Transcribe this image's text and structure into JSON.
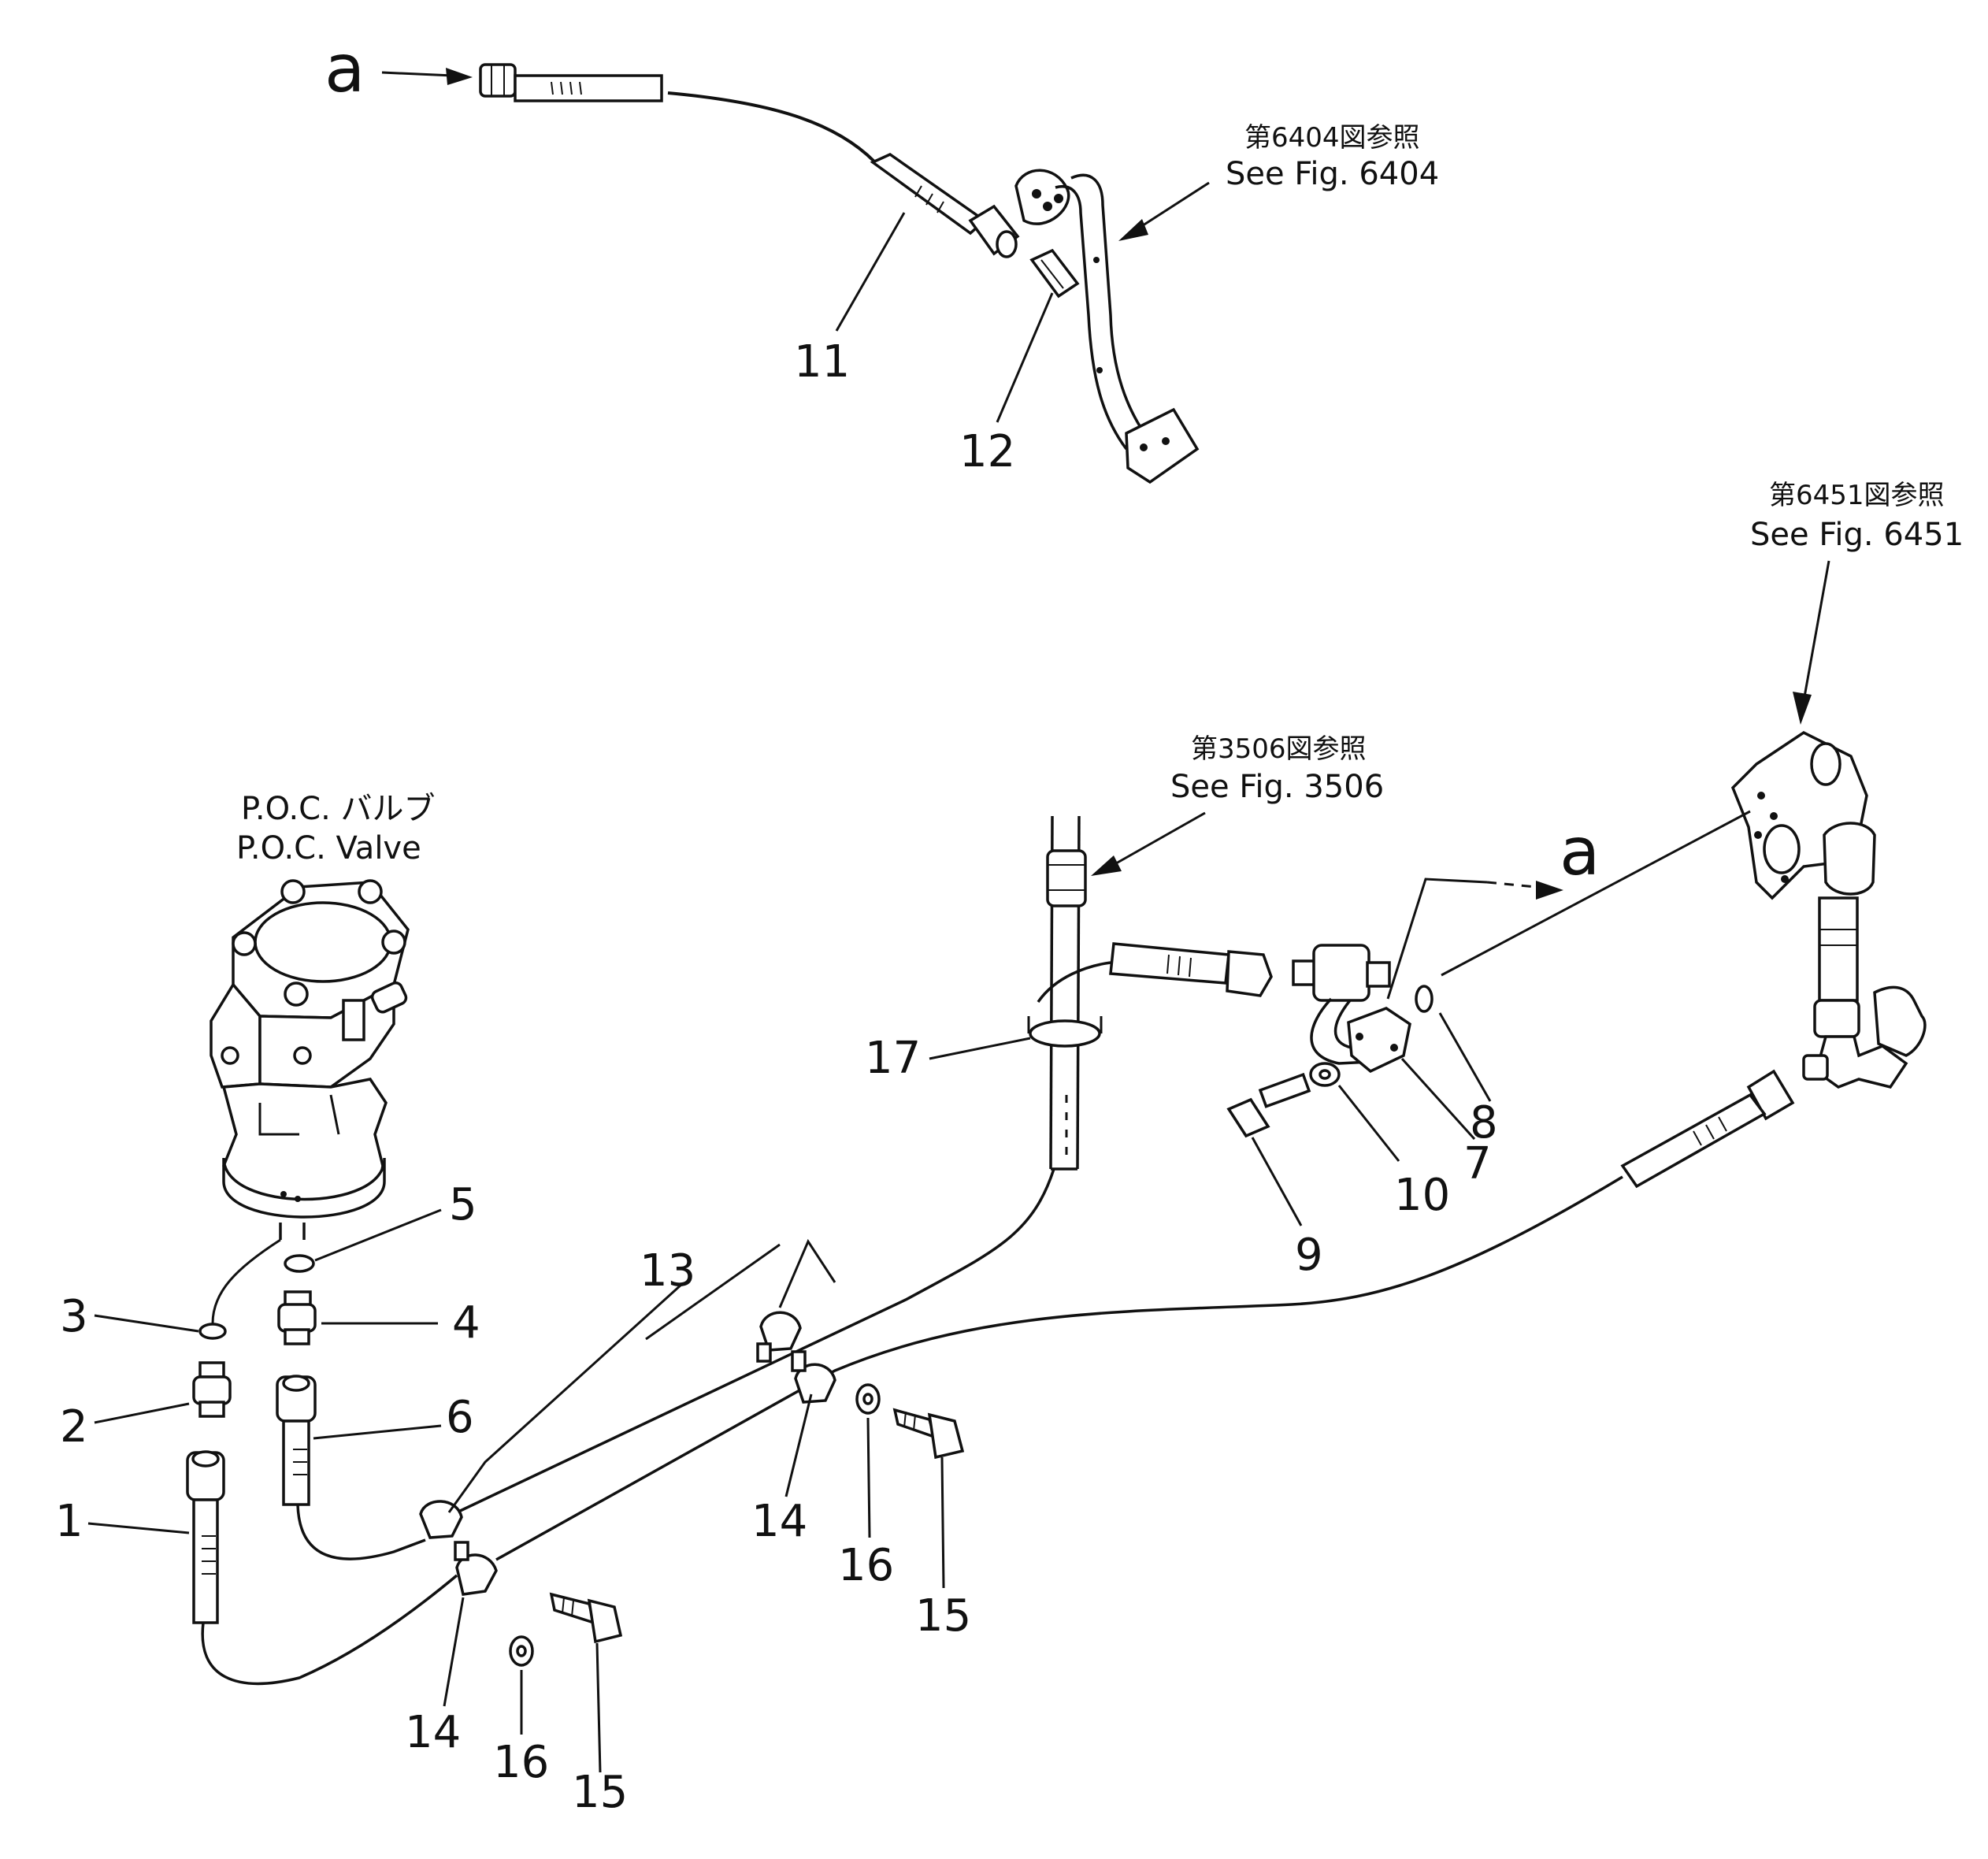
{
  "callouts": [
    {
      "id": "c1",
      "label": "1"
    },
    {
      "id": "c2",
      "label": "2"
    },
    {
      "id": "c3",
      "label": "3"
    },
    {
      "id": "c4",
      "label": "4"
    },
    {
      "id": "c5",
      "label": "5"
    },
    {
      "id": "c6",
      "label": "6"
    },
    {
      "id": "c7",
      "label": "7"
    },
    {
      "id": "c8",
      "label": "8"
    },
    {
      "id": "c9",
      "label": "9"
    },
    {
      "id": "c10",
      "label": "10"
    },
    {
      "id": "c11",
      "label": "11"
    },
    {
      "id": "c12",
      "label": "12"
    },
    {
      "id": "c13",
      "label": "13"
    },
    {
      "id": "c14a",
      "label": "14"
    },
    {
      "id": "c14b",
      "label": "14"
    },
    {
      "id": "c15a",
      "label": "15"
    },
    {
      "id": "c15b",
      "label": "15"
    },
    {
      "id": "c16a",
      "label": "16"
    },
    {
      "id": "c16b",
      "label": "16"
    },
    {
      "id": "c17",
      "label": "17"
    }
  ],
  "connection_marks": {
    "top": "a",
    "right": "a"
  },
  "references": {
    "fig6404": {
      "jp": "第6404図参照",
      "en": "See Fig. 6404"
    },
    "fig6451": {
      "jp": "第6451図参照",
      "en": "See Fig. 6451"
    },
    "fig3506": {
      "jp": "第3506図参照",
      "en": "See Fig. 3506"
    },
    "poc": {
      "jp": "P.O.C. バルブ",
      "en": "P.O.C. Valve"
    }
  }
}
